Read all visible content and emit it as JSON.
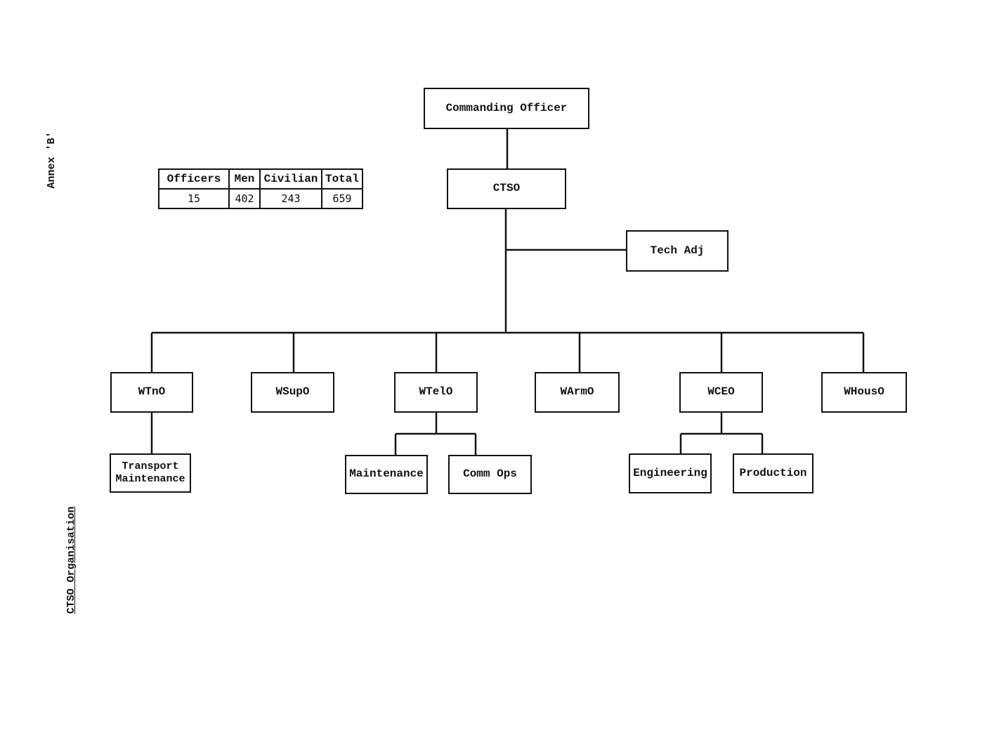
{
  "annex_label": "Annex 'B'",
  "title": "CTSO Organisation",
  "staff_table": {
    "headers": [
      "Officers",
      "Men",
      "Civilian",
      "Total"
    ],
    "values": [
      "15",
      "402",
      "243",
      "659"
    ]
  },
  "org": {
    "commanding_officer": "Commanding Officer",
    "ctso": "CTSO",
    "tech_adj": "Tech Adj",
    "branches": [
      {
        "label": "WTnO",
        "sub": [
          "Transport\nMaintenance"
        ]
      },
      {
        "label": "WSupO",
        "sub": []
      },
      {
        "label": "WTelO",
        "sub": [
          "Maintenance",
          "Comm Ops"
        ]
      },
      {
        "label": "WArmO",
        "sub": []
      },
      {
        "label": "WCEO",
        "sub": [
          "Engineering",
          "Production"
        ]
      },
      {
        "label": "WHousO",
        "sub": []
      }
    ]
  }
}
